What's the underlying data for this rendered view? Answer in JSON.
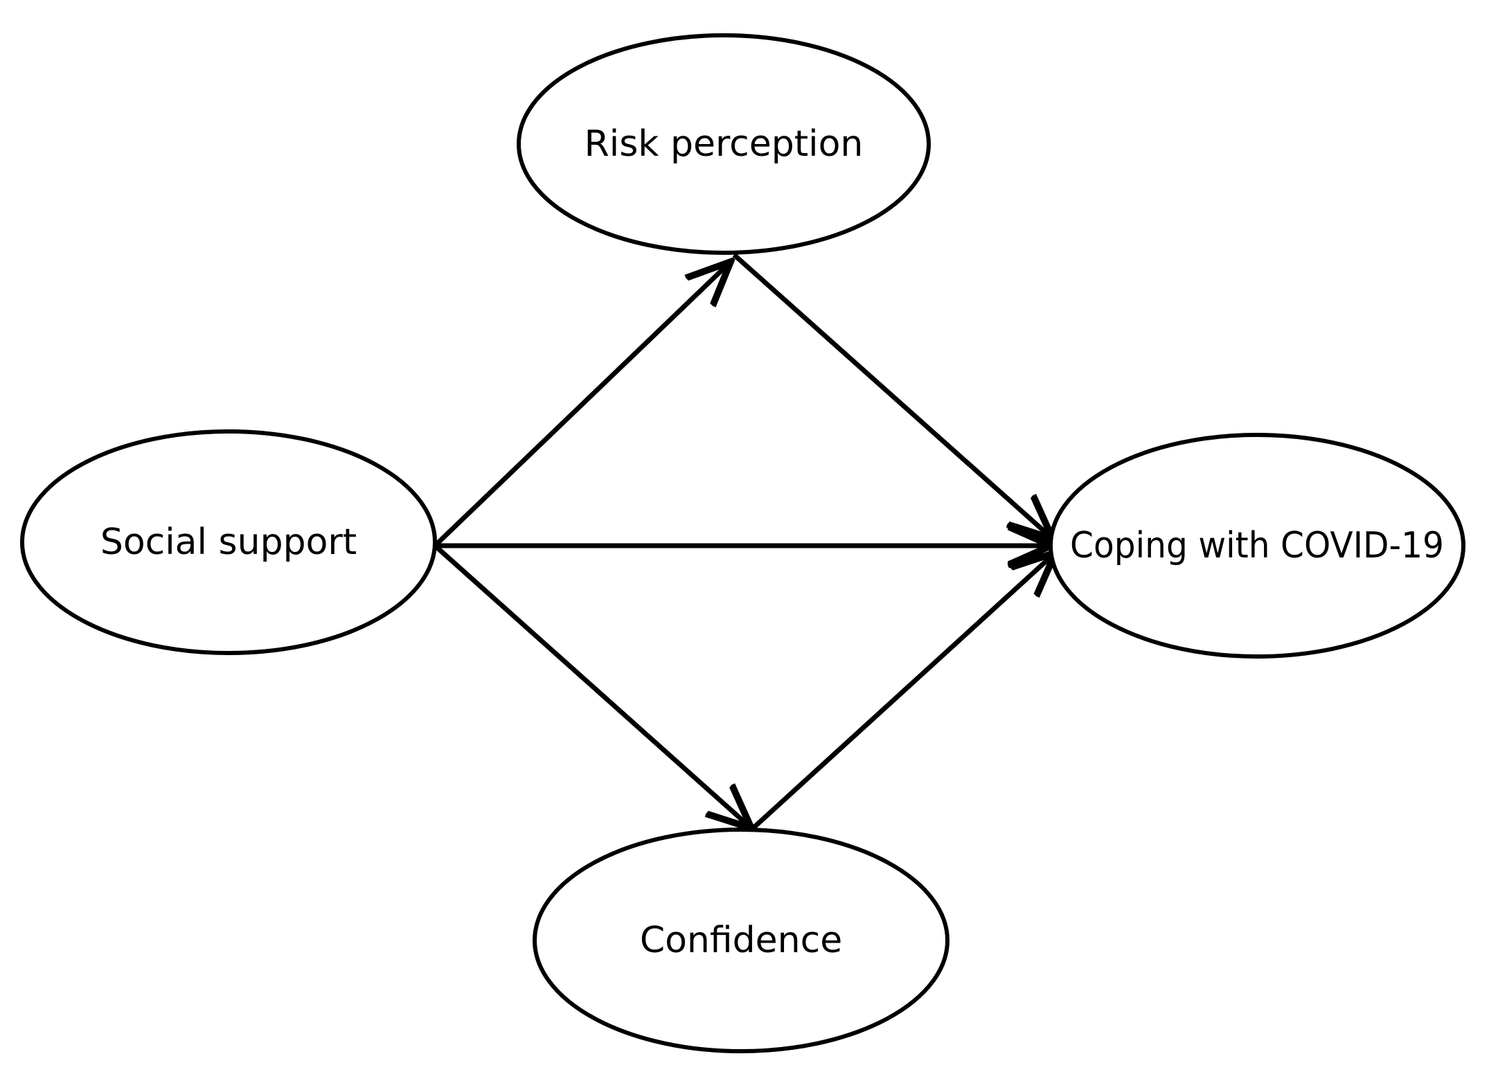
{
  "diagram": {
    "nodes": {
      "risk_perception": {
        "label": "Risk perception"
      },
      "social_support": {
        "label": "Social support"
      },
      "coping": {
        "label": "Coping with COVID-19"
      },
      "confidence": {
        "label": "Confidence"
      }
    },
    "edges": [
      {
        "from": "social_support",
        "to": "risk_perception"
      },
      {
        "from": "social_support",
        "to": "coping"
      },
      {
        "from": "social_support",
        "to": "confidence"
      },
      {
        "from": "risk_perception",
        "to": "coping"
      },
      {
        "from": "confidence",
        "to": "coping"
      }
    ]
  }
}
